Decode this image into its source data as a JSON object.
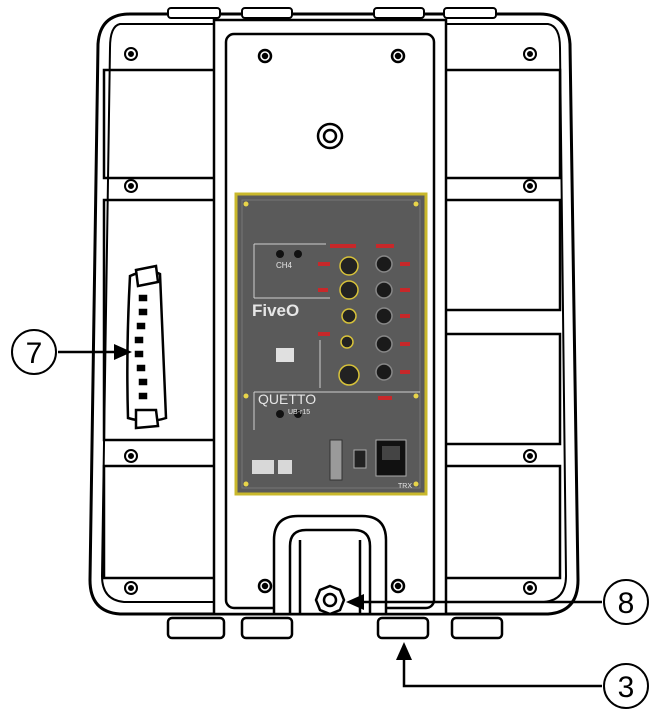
{
  "colors": {
    "outline": "#000000",
    "panel_bg": "#5a5a5a",
    "panel_border": "#c9b82c",
    "accent_red": "#c8282a",
    "screw_yellow": "#e8d54a"
  },
  "callouts": [
    {
      "id": "handle",
      "number": "(7)",
      "label": "7"
    },
    {
      "id": "pole-mount-knob",
      "number": "(8)",
      "label": "8"
    },
    {
      "id": "foot",
      "number": "(3)",
      "label": "3"
    }
  ],
  "panel": {
    "brand": "FiveO",
    "model_text": "QUETTO",
    "model_sub": "UB-r15",
    "ch_label": "CH4",
    "badge": "TRX"
  }
}
